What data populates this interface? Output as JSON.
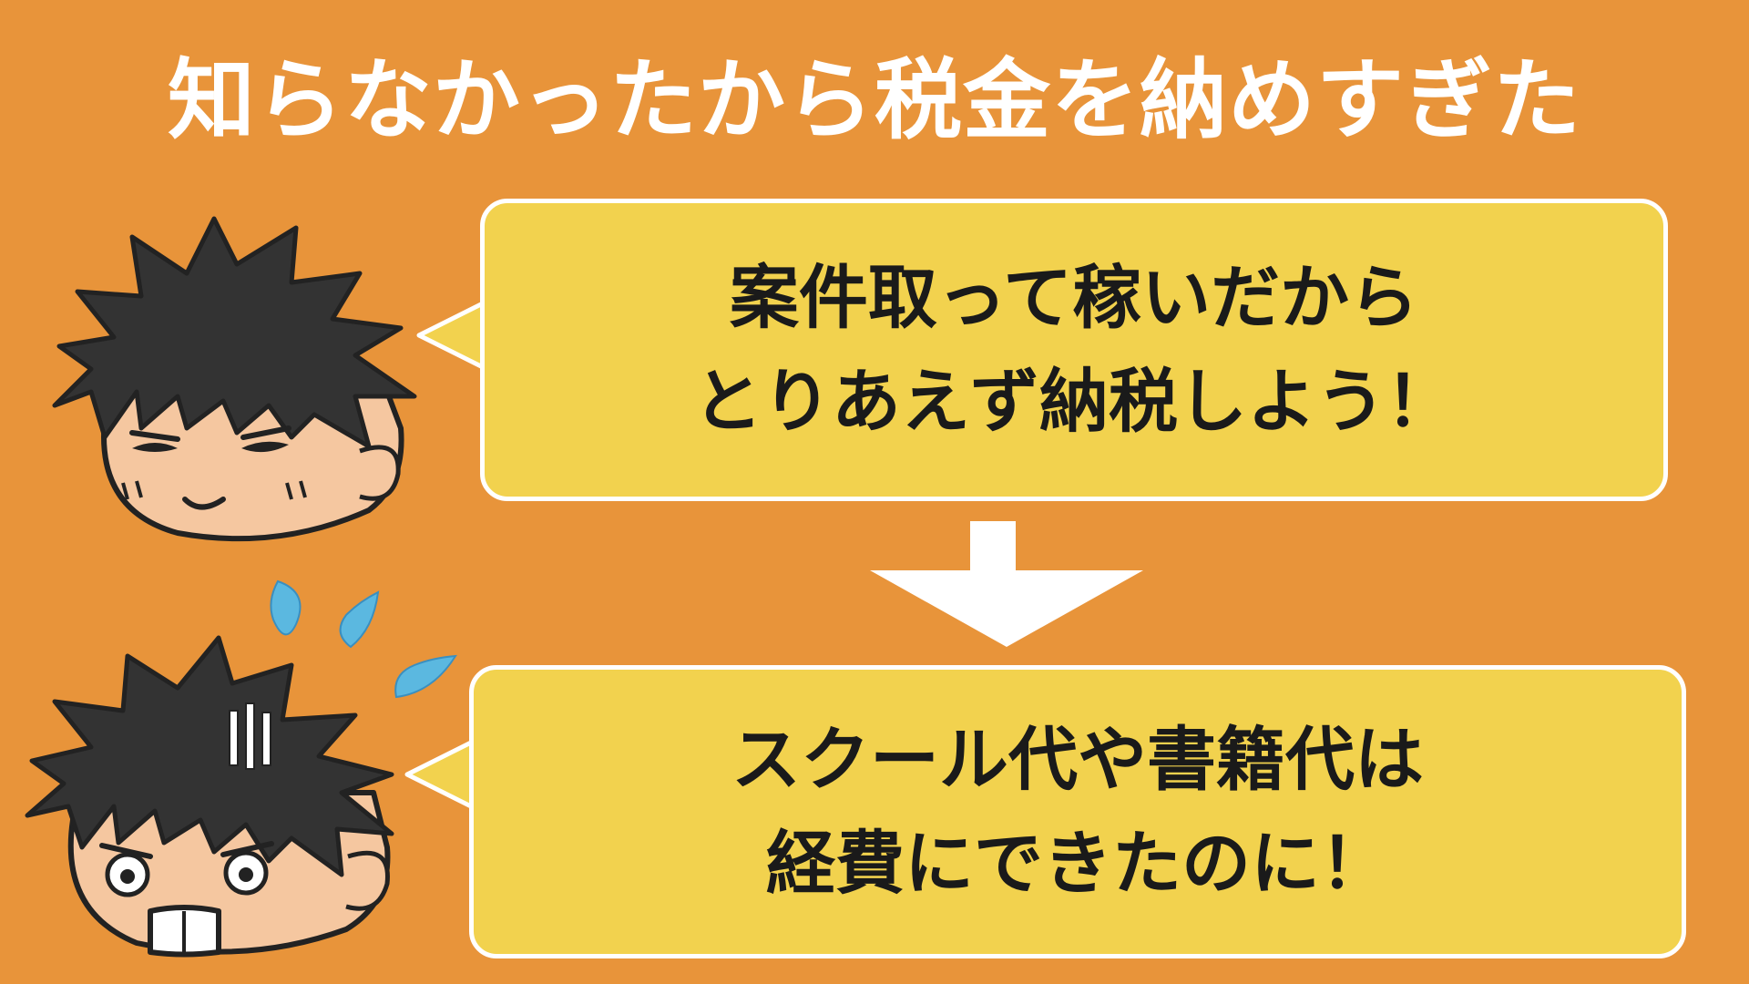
{
  "title": "知らなかったから税金を納めすぎた",
  "bubble_top": {
    "line1": "案件取って稼いだから",
    "line2": "とりあえず納税しよう！"
  },
  "bubble_bottom": {
    "line1": "スクール代や書籍代は",
    "line2": "経費にできたのに！"
  },
  "colors": {
    "background": "#E8943A",
    "bubble_fill": "#F2D24E",
    "bubble_border": "#FFFFFF",
    "title_text": "#FFFFFF",
    "bubble_text": "#1A1A1A",
    "hair": "#333333",
    "skin": "#F5C7A0",
    "sweat": "#5BB8E0"
  },
  "icons": {
    "character_top": "smug-boy-icon",
    "character_bottom": "shocked-boy-icon",
    "arrow": "arrow-down-icon",
    "sweat": "sweat-drop-icon"
  }
}
